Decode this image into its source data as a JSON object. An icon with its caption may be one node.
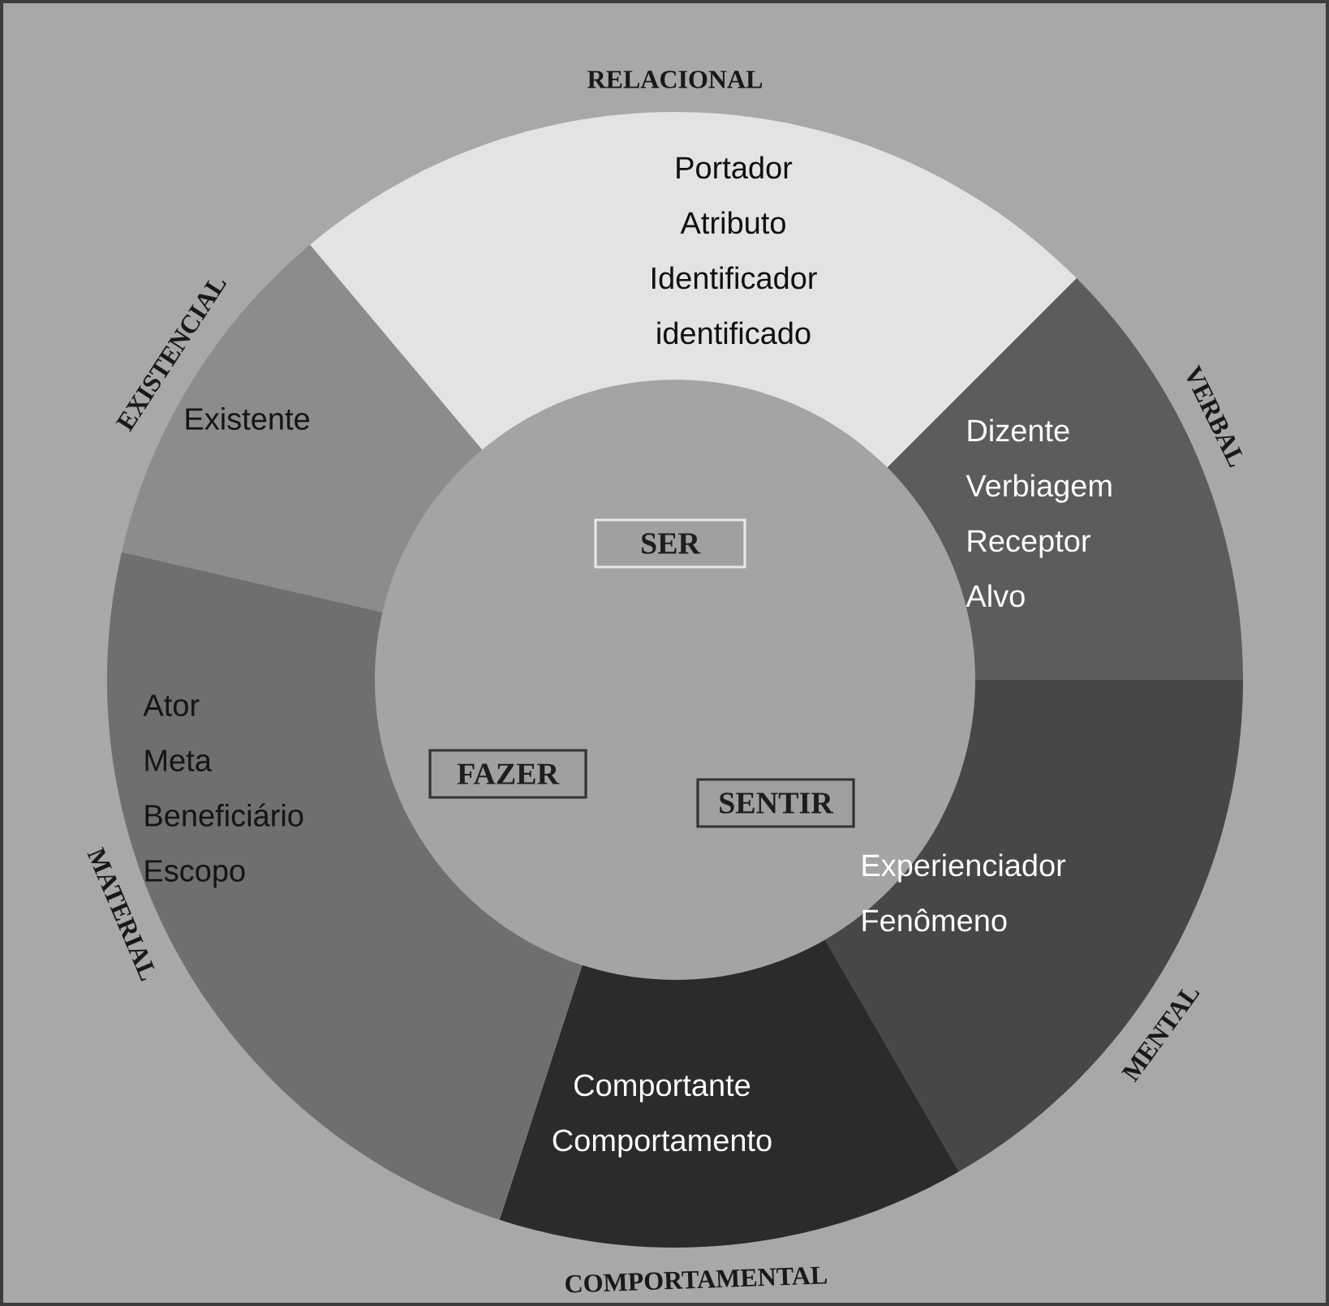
{
  "diagram": {
    "nodes": [
      {
        "text": [
          "RELACIONAL",
          "Portador Atributo Identificador identificado"
        ]
      },
      {
        "text": [
          "VERBAL",
          "Dizente Verbiagem Receptor Alvo"
        ]
      },
      {
        "text": [
          "Experienciador Fenômeno",
          "MENTAL"
        ]
      },
      {
        "text": [
          "Comportante Comportamento",
          "COMPORTAMENTAL"
        ]
      },
      {
        "text": [
          "Ator Meta Beneficiário Escopo",
          "MATERIAL"
        ]
      },
      {
        "text": [
          "EXISTENCIAL",
          "Existente"
        ]
      },
      {
        "text": [
          "SER"
        ]
      },
      {
        "text": [
          "FAZER"
        ]
      },
      {
        "text": [
          "SENTIR"
        ]
      }
    ]
  }
}
